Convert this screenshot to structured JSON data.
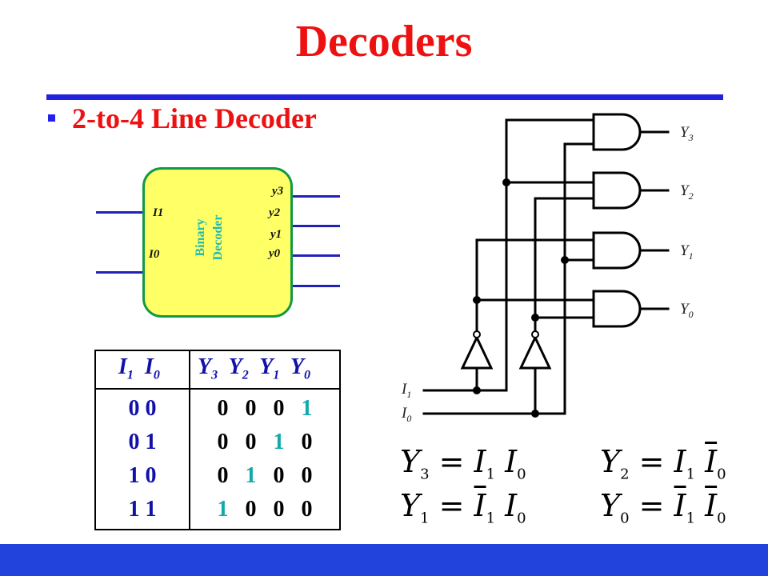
{
  "title": "Decoders",
  "subtitle": "2-to-4 Line Decoder",
  "block": {
    "inputs": [
      "I1",
      "I0"
    ],
    "outputs": [
      "y3",
      "y2",
      "y1",
      "y0"
    ],
    "name_line1": "Binary",
    "name_line2": "Decoder"
  },
  "truth_table": {
    "headers_in": [
      "I",
      "1",
      "I",
      "0"
    ],
    "headers_out": [
      "Y",
      "3",
      "Y",
      "2",
      "Y",
      "1",
      "Y",
      "0"
    ],
    "rows": [
      {
        "in": "0 0",
        "out": [
          "0",
          "0",
          "0",
          "1"
        ],
        "hl": 3
      },
      {
        "in": "0 1",
        "out": [
          "0",
          "0",
          "1",
          "0"
        ],
        "hl": 2
      },
      {
        "in": "1 0",
        "out": [
          "0",
          "1",
          "0",
          "0"
        ],
        "hl": 1
      },
      {
        "in": "1 1",
        "out": [
          "1",
          "0",
          "0",
          "0"
        ],
        "hl": 0
      }
    ]
  },
  "circuit": {
    "outputs": [
      [
        "Y",
        "3"
      ],
      [
        "Y",
        "2"
      ],
      [
        "Y",
        "1"
      ],
      [
        "Y",
        "0"
      ]
    ],
    "inputs": [
      [
        "I",
        "1"
      ],
      [
        "I",
        "0"
      ]
    ]
  },
  "equations": [
    {
      "lhs": "Y",
      "lhs_sub": "3",
      "a": "I",
      "a_sub": "1",
      "b": "I",
      "b_sub": "0",
      "a_bar": false,
      "b_bar": false
    },
    {
      "lhs": "Y",
      "lhs_sub": "2",
      "a": "I",
      "a_sub": "1",
      "b": "I",
      "b_sub": "0",
      "a_bar": false,
      "b_bar": true
    },
    {
      "lhs": "Y",
      "lhs_sub": "1",
      "a": "I",
      "a_sub": "1",
      "b": "I",
      "b_sub": "0",
      "a_bar": true,
      "b_bar": false
    },
    {
      "lhs": "Y",
      "lhs_sub": "0",
      "a": "I",
      "a_sub": "1",
      "b": "I",
      "b_sub": "0",
      "a_bar": true,
      "b_bar": true
    }
  ],
  "colors": {
    "title": "#ee1111",
    "rule": "#2222dd",
    "block_fill": "#ffff66",
    "block_border": "#119944",
    "table_text": "#1111aa",
    "highlight": "#11aaaa"
  }
}
